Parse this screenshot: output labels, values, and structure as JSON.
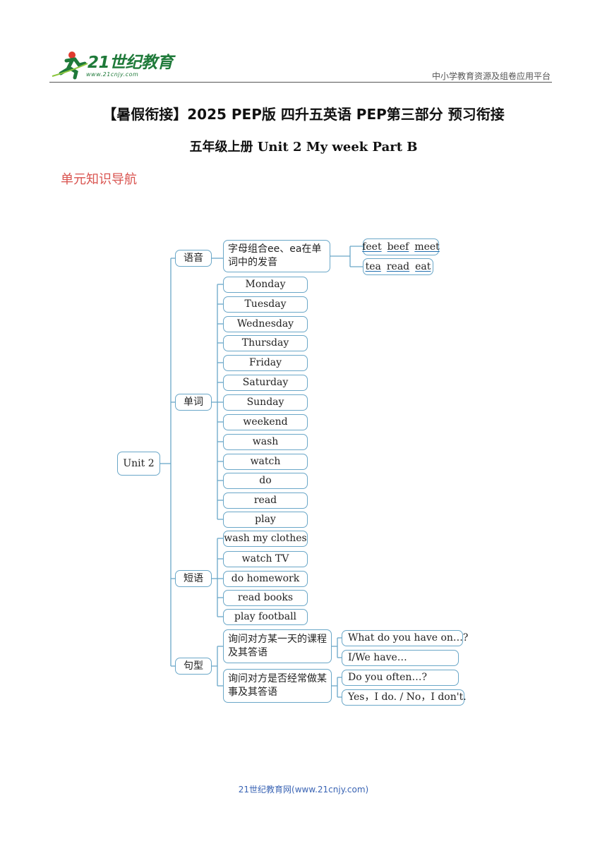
{
  "header": {
    "logo_text": "21世纪教育",
    "logo_url": "www.21cnjy.com",
    "platform_text": "中小学教育资源及组卷应用平台"
  },
  "title": "【暑假衔接】2025 PEP版  四升五英语 PEP第三部分  预习衔接",
  "subtitle": "五年级上册  Unit 2    My week    Part B",
  "section_heading": "单元知识导航",
  "mindmap": {
    "root": "Unit 2",
    "phonics": {
      "label": "语音",
      "topic": "字母组合ee、ea在单词中的发音",
      "examples_ee": [
        "feet",
        "beef",
        "meet"
      ],
      "examples_ea": [
        "tea",
        "read",
        "eat"
      ]
    },
    "words": {
      "label": "单词",
      "items": [
        "Monday",
        "Tuesday",
        "Wednesday",
        "Thursday",
        "Friday",
        "Saturday",
        "Sunday",
        "weekend",
        "wash",
        "watch",
        "do",
        "read",
        "play"
      ]
    },
    "phrases": {
      "label": "短语",
      "items": [
        "wash my clothes",
        "watch TV",
        "do homework",
        "read books",
        "play football"
      ]
    },
    "sentences": {
      "label": "句型",
      "groups": [
        {
          "topic": "询问对方某一天的课程及其答语",
          "items": [
            "What do you have on…?",
            "I/We have…"
          ]
        },
        {
          "topic": "询问对方是否经常做某事及其答语",
          "items": [
            "Do you often…?",
            "Yes，I do. / No，I don't."
          ]
        }
      ]
    }
  },
  "footer": "21世纪教育网(www.21cnjy.com)",
  "colors": {
    "box_border": "#6aa7c8",
    "heading_red": "#d9534f",
    "footer_blue": "#3a64b4",
    "logo_green": "#1f7a3a"
  }
}
